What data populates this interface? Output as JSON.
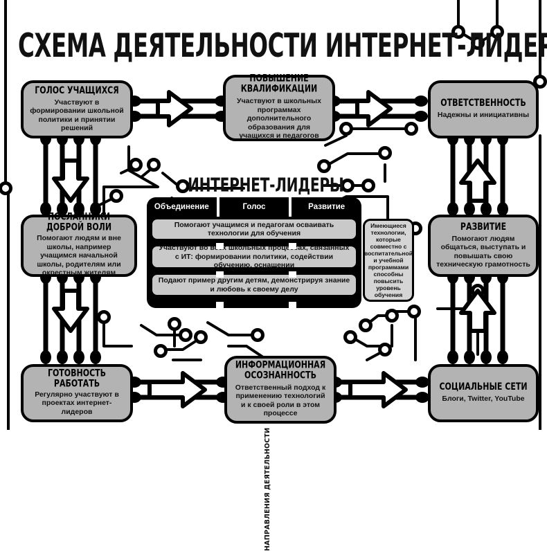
{
  "title": "СХЕМА ДЕЯТЕЛЬНОСТИ ИНТЕРНЕТ-ЛИДЕРОВ",
  "center": {
    "title": "ИНТЕРНЕТ-ЛИДЕРЫ",
    "tabs": [
      "Объединение",
      "Голос",
      "Развитие"
    ],
    "rows": [
      "Помогают учащимся и педагогам осваивать технологии для обучения",
      "Участвуют во всех школьных процессах, связанных с ИТ: формировании политики, содействии обучению, оснащении",
      "Подают пример другим детям, демонстрируя знание и любовь к своему делу"
    ]
  },
  "axis_label": "НАПРАВЛЕНИЯ ДЕЯТЕЛЬНОСТИ",
  "note": "Имеющиеся технологии, которые совместно с воспитательной и учебной программами способны повысить уровень обучения",
  "nodes": [
    {
      "id": "golos-uchashchihsya",
      "heading": "ГОЛОС УЧАЩИХСЯ",
      "body": "Участвуют в формировании школьной политики и принятии решений"
    },
    {
      "id": "povyshenie-kvalifikacii",
      "heading": "ПОВЫШЕНИЕ КВАЛИФИКАЦИИ",
      "body": "Участвуют в школьных программах дополнительного образования для учащихся и педагогов"
    },
    {
      "id": "otvetstvennost",
      "heading": "ОТВЕТСТВЕННОСТЬ",
      "body": "Надежны и инициативны"
    },
    {
      "id": "poslanniki-dobroj-voli",
      "heading": "ПОСЛАННИКИ ДОБРОЙ ВОЛИ",
      "body": "Помогают людям и вне школы, например учащимся начальной школы, родителям или окрестным жителям"
    },
    {
      "id": "razvitie",
      "heading": "РАЗВИТИЕ",
      "body": "Помогают людям общаться, выступать и повышать свою техническую грамотность"
    },
    {
      "id": "gotovnost-rabotat",
      "heading": "ГОТОВНОСТЬ РАБОТАТЬ",
      "body": "Регулярно участвуют в проектах интернет-лидеров"
    },
    {
      "id": "informacionnaya-osoznannost",
      "heading": "ИНФОРМАЦИОННАЯ ОСОЗНАННОСТЬ",
      "body": "Ответственный подход к применению технологий и к своей роли в этом процессе"
    },
    {
      "id": "socialnye-seti",
      "heading": "СОЦИАЛЬНЫЕ СЕТИ",
      "body": "Блоги, Twitter, YouTube"
    }
  ],
  "colors": {
    "background": "#ffffff",
    "ink": "#000000",
    "node_fill": "#b3b3b3",
    "panel_fill": "#000000",
    "row_fill": "#c9c9c9",
    "note_fill": "#d5d5d5"
  }
}
